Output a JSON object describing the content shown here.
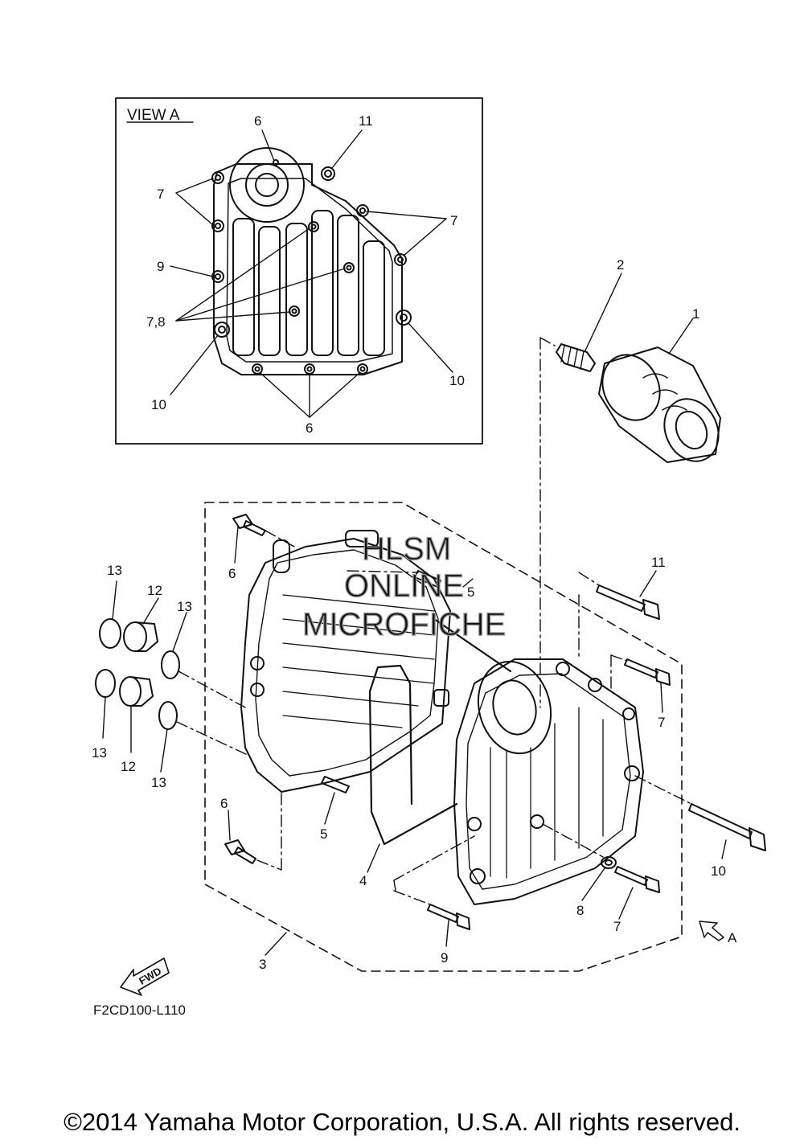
{
  "diagram": {
    "view_label": "VIEW A",
    "callouts": {
      "c1": "1",
      "c2": "2",
      "c3": "3",
      "c4": "4",
      "c5": "5",
      "c6": "6",
      "c7": "7",
      "c78": "7,8",
      "c8": "8",
      "c9": "9",
      "c10": "10",
      "c11": "11",
      "c12": "12",
      "c13": "13",
      "cA": "A"
    },
    "fwd_label": "FWD",
    "drawing_code": "F2CD100-L110",
    "watermark": [
      "HLSM",
      "ONLINE",
      "MICROFICHE"
    ]
  },
  "footer": {
    "copyright": "©2014 Yamaha Motor Corporation, U.S.A. All rights reserved."
  }
}
